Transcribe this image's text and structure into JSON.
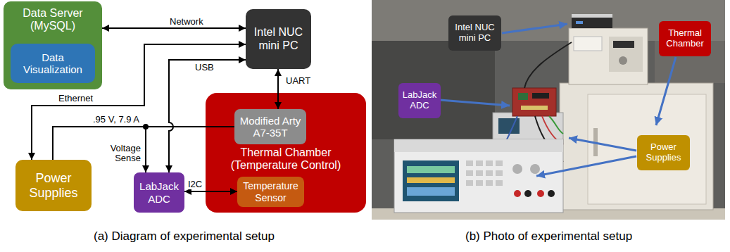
{
  "diagram": {
    "nodes": [
      {
        "text": [
          "Data Server (MySQL)"
        ]
      },
      {
        "text": [
          "Data Visualization"
        ],
        "in": 0
      },
      {
        "text": [
          "Intel NUC mini PC"
        ]
      },
      {
        "text": [
          "Thermal Chamber (Temperature Control)"
        ]
      },
      {
        "text": [
          "Modified Arty A7-35T"
        ],
        "in": 3
      },
      {
        "text": [
          "Temperature Sensor"
        ],
        "in": 3
      },
      {
        "text": [
          "Power Supplies"
        ]
      },
      {
        "text": [
          "LabJack ADC"
        ]
      },
      {
        "text": [
          "Intel NUC mini PC"
        ]
      },
      {
        "text": [
          "Thermal Chamber"
        ]
      },
      {
        "text": [
          "LabJack ADC"
        ]
      },
      {
        "text": [
          "Power Supplies"
        ]
      }
    ],
    "edges": [
      {
        "from": 0,
        "to": 2,
        "label": "Network",
        "arrow": "both"
      },
      {
        "from": 2,
        "to": 6,
        "label": "Ethernet",
        "arrow": "both"
      },
      {
        "from": 2,
        "to": 7,
        "label": "USB",
        "arrow": "both"
      },
      {
        "from": 2,
        "to": 4,
        "label": "UART",
        "arrow": "both"
      },
      {
        "from": 6,
        "to": 4,
        "label": ".95 V, 7.9 A",
        "arrow": "none"
      },
      {
        "from": 6,
        "to": 7,
        "label": "Voltage Sense",
        "arrow": "to"
      },
      {
        "from": 7,
        "to": 5,
        "label": "I2C",
        "arrow": "both"
      }
    ],
    "labels": [
      "(a) Diagram of experimental setup",
      "(b) Photo of experimental setup"
    ]
  }
}
